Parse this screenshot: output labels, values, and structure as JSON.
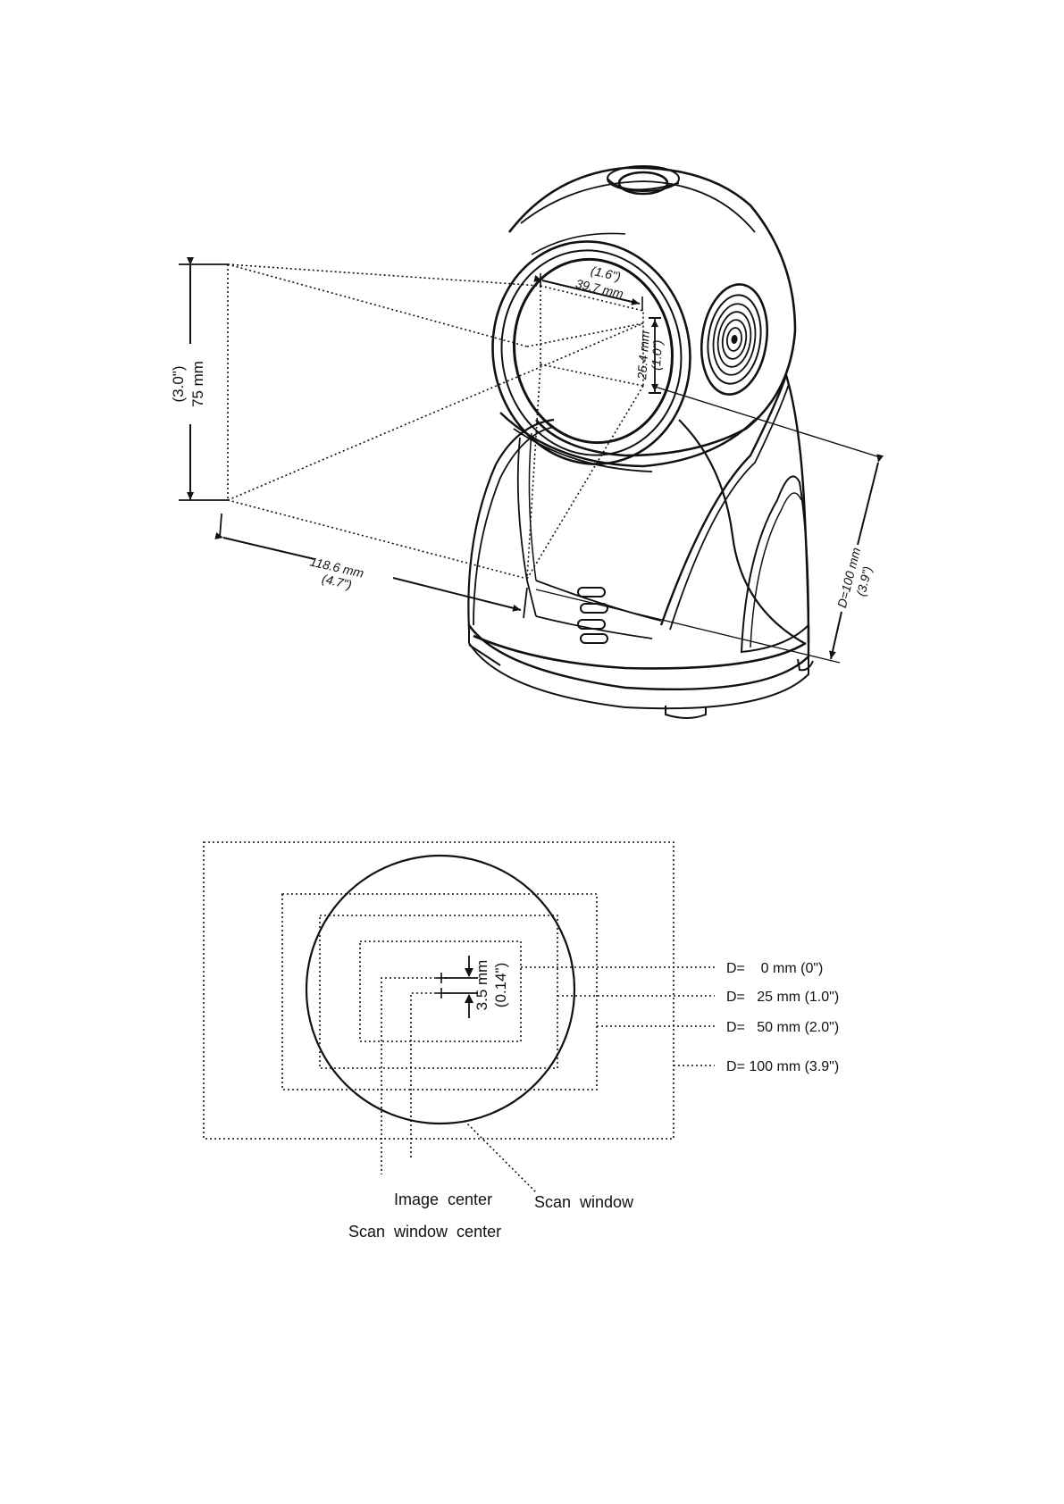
{
  "figure1": {
    "window_width": {
      "mm": "39.7 mm",
      "in": "(1.6\")"
    },
    "window_height": {
      "mm": "25.4 mm",
      "in": "(1.0\")"
    },
    "field_height": {
      "mm": "75 mm",
      "in": "(3.0\")"
    },
    "field_width": {
      "mm": "118.6 mm",
      "in": "(4.7\")"
    },
    "distance": {
      "mm": "D=100 mm",
      "in": "(3.9\")"
    }
  },
  "figure2": {
    "offset": {
      "mm": "3.5 mm",
      "in": "(0.14\")"
    },
    "distances": [
      {
        "label": "D=    0 mm (0\")"
      },
      {
        "label": "D=   25 mm (1.0\")"
      },
      {
        "label": "D=   50 mm (2.0\")"
      },
      {
        "label": "D= 100 mm (3.9\")"
      }
    ],
    "callouts": {
      "image_center": "Image  center",
      "scan_window": "Scan  window",
      "scan_window_center": "Scan  window  center"
    }
  }
}
